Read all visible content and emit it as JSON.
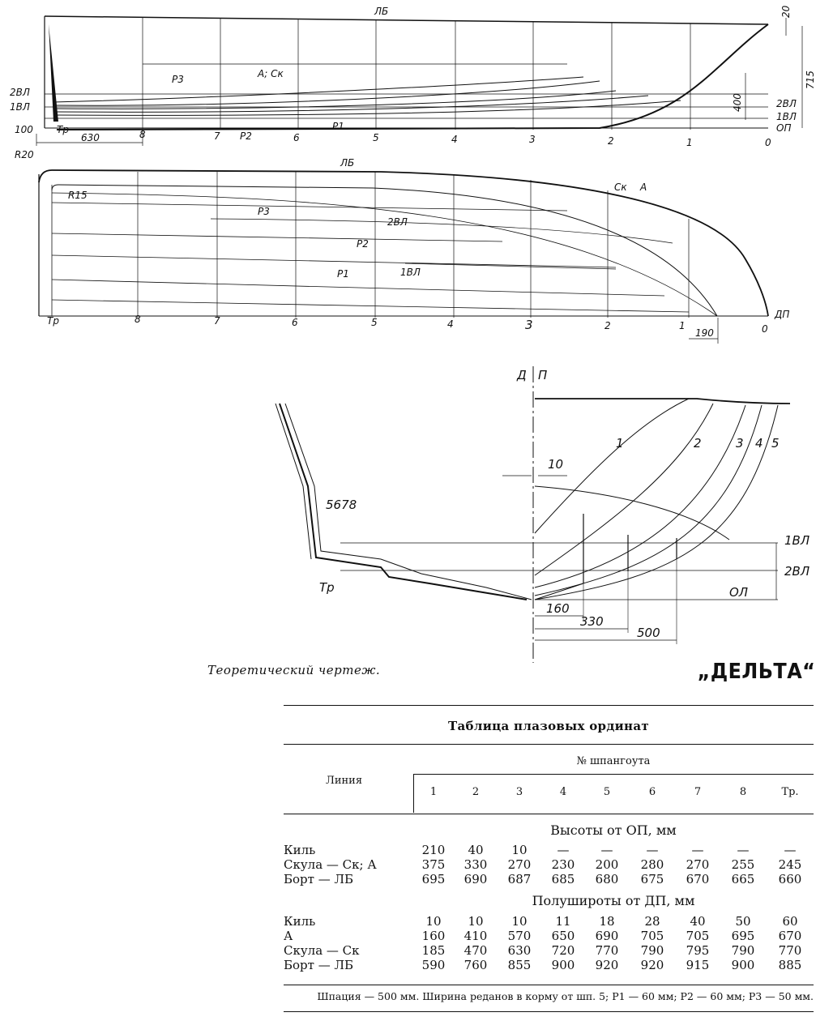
{
  "profile": {
    "top_label": "ЛБ",
    "labels": [
      "А; Ск",
      "Р3",
      "Р2",
      "Р1",
      "2ВЛ",
      "1ВЛ",
      "100",
      "Тр",
      "630",
      "20",
      "715",
      "400",
      "2ВЛ",
      "1ВЛ",
      "ОП"
    ],
    "stations": [
      "8",
      "7",
      "6",
      "5",
      "4",
      "3",
      "2",
      "1",
      "0"
    ]
  },
  "plan": {
    "labels": [
      "R20",
      "ЛБ",
      "R15",
      "Р3",
      "2ВЛ",
      "Р2",
      "1ВЛ",
      "Р1",
      "Ск",
      "А",
      "ДП",
      "Тр",
      "190"
    ],
    "stations": [
      "8",
      "7",
      "6",
      "5",
      "4",
      "3",
      "2",
      "1",
      "0"
    ]
  },
  "body_plan": {
    "labels": [
      "Д",
      "П",
      "10",
      "1",
      "2",
      "3",
      "4",
      "5",
      "5678",
      "Тр",
      "1ВЛ",
      "2ВЛ",
      "ОЛ",
      "160",
      "330",
      "500"
    ]
  },
  "caption": "Теоретический чертеж.",
  "boat_name": "„ДЕЛЬТА“",
  "table": {
    "title": "Таблица плазовых ординат",
    "line_header": "Линия",
    "frame_header": "№ шпангоута",
    "columns": [
      "1",
      "2",
      "3",
      "4",
      "5",
      "6",
      "7",
      "8",
      "Тр."
    ],
    "heights_title": "Высоты от ОП, мм",
    "heights": [
      {
        "label": "Киль",
        "values": [
          "210",
          "40",
          "10",
          "—",
          "—",
          "—",
          "—",
          "—",
          "—"
        ]
      },
      {
        "label": "Скула — Ск; А",
        "values": [
          "375",
          "330",
          "270",
          "230",
          "200",
          "280",
          "270",
          "255",
          "245"
        ]
      },
      {
        "label": "Борт — ЛБ",
        "values": [
          "695",
          "690",
          "687",
          "685",
          "680",
          "675",
          "670",
          "665",
          "660"
        ]
      }
    ],
    "halfbreadths_title": "Полушироты от ДП, мм",
    "halfbreadths": [
      {
        "label": "Киль",
        "values": [
          "10",
          "10",
          "10",
          "11",
          "18",
          "28",
          "40",
          "50",
          "60"
        ]
      },
      {
        "label": "А",
        "values": [
          "160",
          "410",
          "570",
          "650",
          "690",
          "705",
          "705",
          "695",
          "670"
        ]
      },
      {
        "label": "Скула — Ск",
        "values": [
          "185",
          "470",
          "630",
          "720",
          "770",
          "790",
          "795",
          "790",
          "770"
        ]
      },
      {
        "label": "Борт — ЛБ",
        "values": [
          "590",
          "760",
          "855",
          "900",
          "920",
          "920",
          "915",
          "900",
          "885"
        ]
      }
    ],
    "footnote": "Шпация — 500 мм. Ширина реданов в корму от шп. 5; Р1 — 60 мм; Р2 — 60 мм; Р3 — 50 мм."
  }
}
